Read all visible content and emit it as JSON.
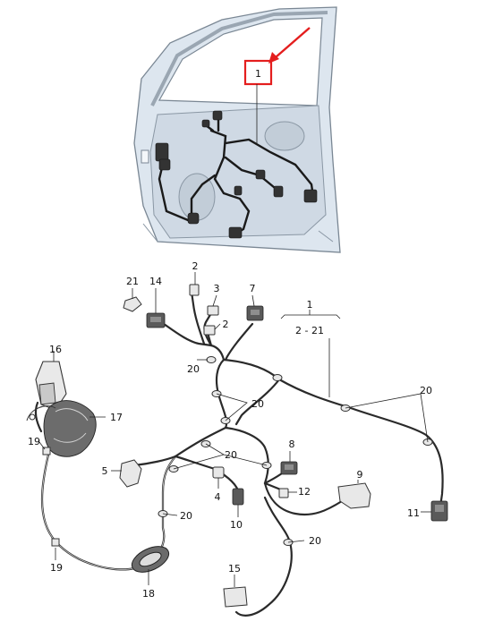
{
  "callout": {
    "label": "1",
    "color": "#e41e1e"
  },
  "part_labels": {
    "p1": "1",
    "p2a": "2",
    "p2b": "2",
    "p3": "3",
    "p4": "4",
    "p5": "5",
    "p7": "7",
    "p8": "8",
    "p9": "9",
    "p10": "10",
    "p11": "11",
    "p12": "12",
    "p14": "14",
    "p15": "15",
    "p16": "16",
    "p17": "17",
    "p18": "18",
    "p19a": "19",
    "p19b": "19",
    "p20a": "20",
    "p20b": "20",
    "p20c": "20",
    "p20d": "20",
    "p20e": "20",
    "p20f": "20",
    "p21": "21",
    "range": "2 - 21"
  },
  "colors": {
    "door_fill": "#dde6ef",
    "wire": "#2a2a2a",
    "accent": "#e41e1e"
  }
}
